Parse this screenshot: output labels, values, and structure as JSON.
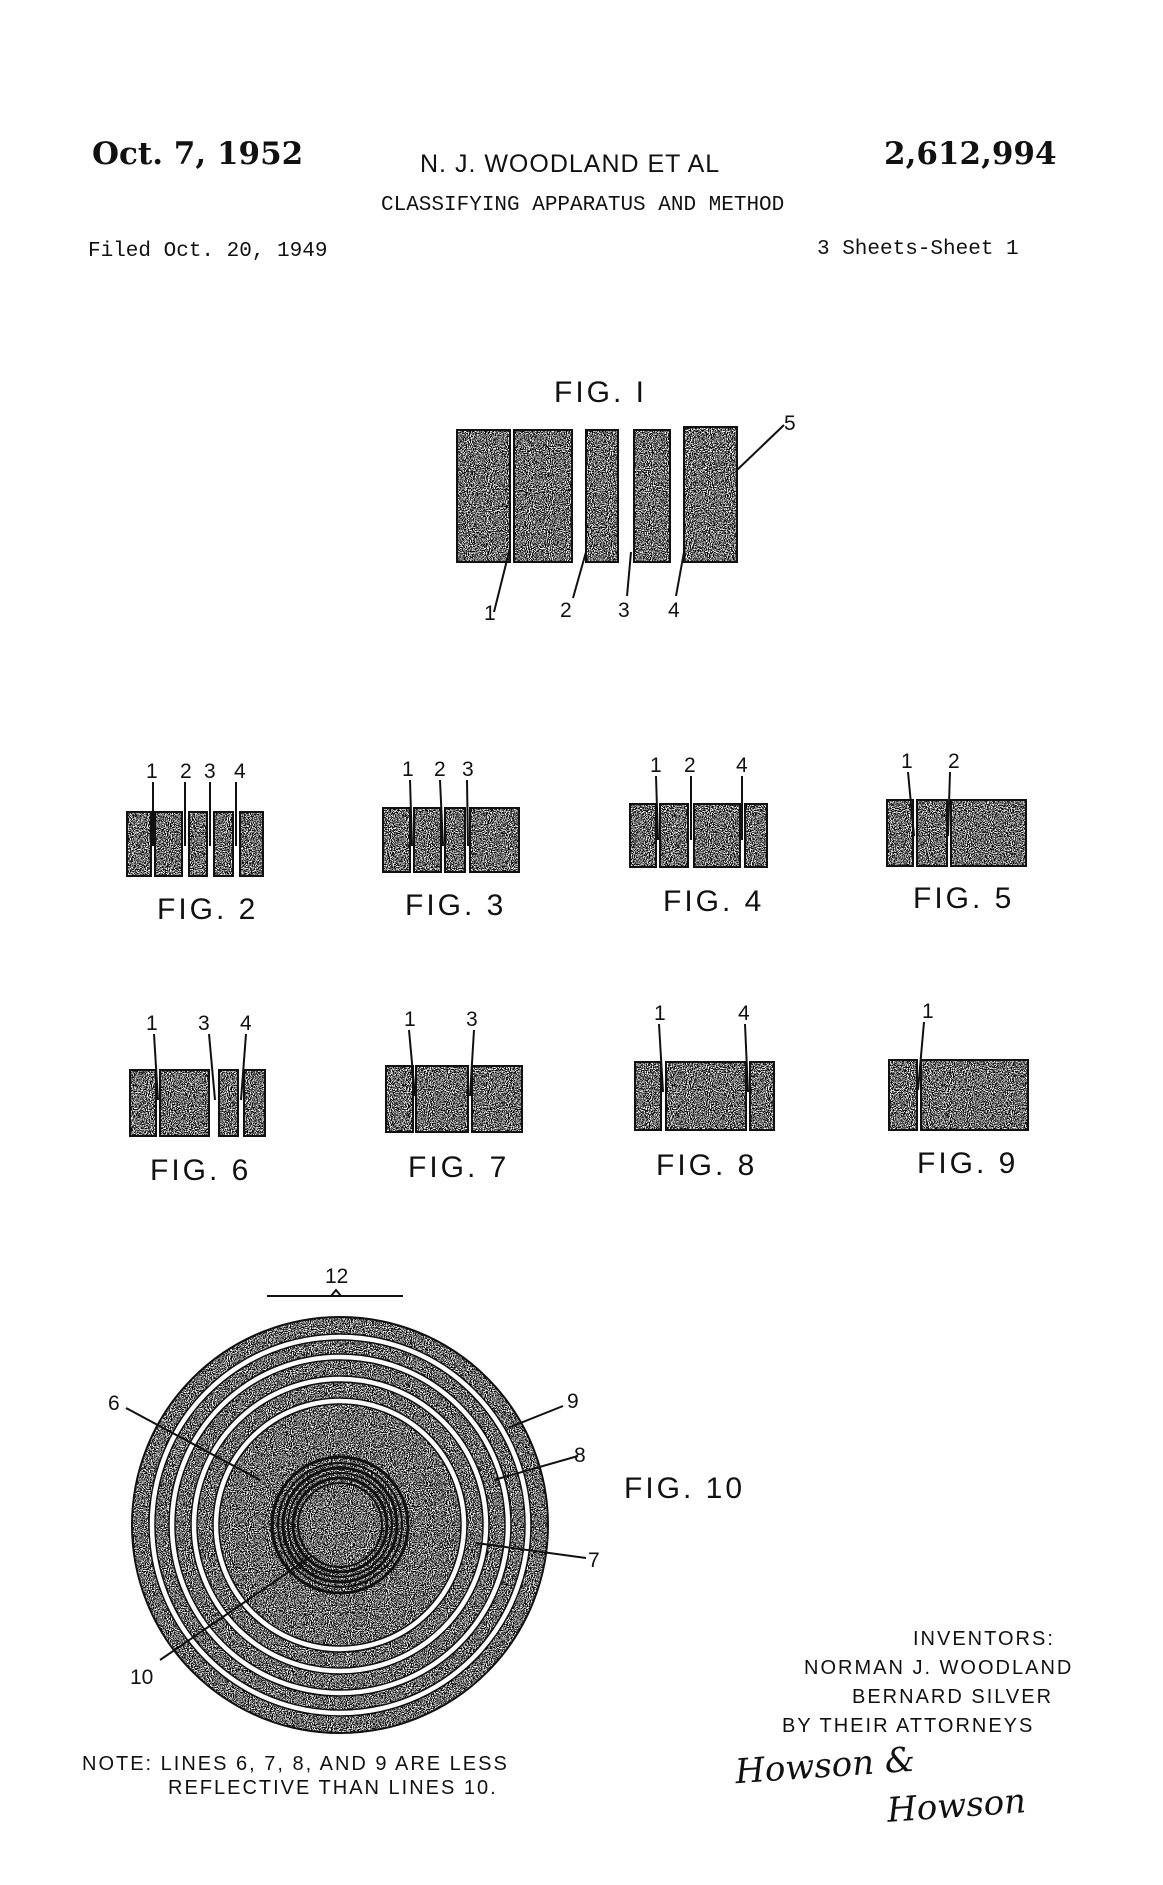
{
  "header": {
    "date": "Oct. 7, 1952",
    "inventor_header": "N. J. WOODLAND ET AL",
    "patent_number": "2,612,994",
    "title": "CLASSIFYING APPARATUS AND METHOD",
    "filed": "Filed Oct. 20, 1949",
    "sheets": "3 Sheets-Sheet 1"
  },
  "figures": {
    "fig1": {
      "label": "FIG. I",
      "callouts": [
        "1",
        "2",
        "3",
        "4",
        "5"
      ]
    },
    "fig2": {
      "label": "FIG. 2",
      "callouts": [
        "1",
        "2",
        "3",
        "4"
      ]
    },
    "fig3": {
      "label": "FIG. 3",
      "callouts": [
        "1",
        "2",
        "3"
      ]
    },
    "fig4": {
      "label": "FIG. 4",
      "callouts": [
        "1",
        "2",
        "4"
      ]
    },
    "fig5": {
      "label": "FIG. 5",
      "callouts": [
        "1",
        "2"
      ]
    },
    "fig6": {
      "label": "FIG. 6",
      "callouts": [
        "1",
        "3",
        "4"
      ]
    },
    "fig7": {
      "label": "FIG. 7",
      "callouts": [
        "1",
        "3"
      ]
    },
    "fig8": {
      "label": "FIG. 8",
      "callouts": [
        "1",
        "4"
      ]
    },
    "fig9": {
      "label": "FIG. 9",
      "callouts": [
        "1"
      ]
    },
    "fig10": {
      "label": "FIG. 10",
      "callouts": [
        "12",
        "6",
        "9",
        "8",
        "7",
        "10"
      ]
    }
  },
  "note": {
    "line1": "NOTE: LINES 6, 7, 8, AND 9 ARE LESS",
    "line2": "REFLECTIVE THAN LINES 10."
  },
  "inventors": {
    "label": "INVENTORS:",
    "names": [
      "NORMAN J. WOODLAND",
      "BERNARD SILVER"
    ],
    "attorneys_line": "BY THEIR ATTORNEYS",
    "signature_1": "Howson &",
    "signature_2": "Howson"
  },
  "colors": {
    "ink": "#111111",
    "paper": "#ffffff"
  }
}
